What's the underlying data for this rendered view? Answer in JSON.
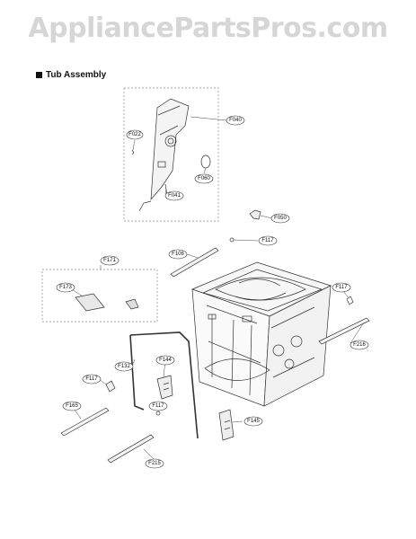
{
  "watermark": "AppliancePartsPros.com",
  "section_title": "Tub Assembly",
  "callouts": {
    "F022": "F022",
    "F040": "F040",
    "F060": "F060",
    "F041": "F041",
    "F050": "F050",
    "F106": "F106",
    "F117": "F117",
    "F171": "F171",
    "F173": "F173",
    "F132": "F132",
    "F144": "F144",
    "F216": "F216",
    "F165": "F165",
    "F145": "F145",
    "F215": "F215"
  },
  "colors": {
    "line": "#333333",
    "watermark": "#d6d6d6",
    "dash": "#888888"
  }
}
